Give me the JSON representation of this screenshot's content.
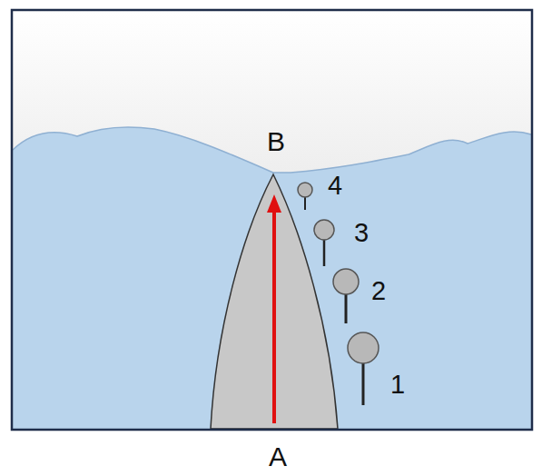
{
  "diagram": {
    "labels": [
      "B",
      "4",
      "3",
      "2",
      "1",
      "A"
    ]
  }
}
